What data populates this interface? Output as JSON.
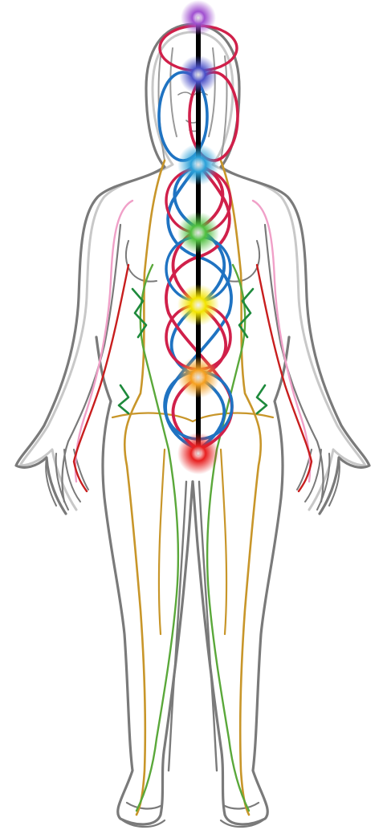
{
  "figure": {
    "subject": "female-body-outline",
    "background_color": "#ffffff",
    "outline_colors": [
      "#7a7a7a",
      "#c8c8c8"
    ],
    "central_channel_color": "#000000",
    "channel_colors": {
      "red": "#d0204a",
      "blue": "#1f73c2",
      "gold": "#c8962a",
      "green": "#5aa83a",
      "dark_green": "#1e8a3c",
      "arm_red": "#c81e1e",
      "arm_pink": "#f0a0c8"
    },
    "chakras": [
      {
        "id": "crown",
        "color": "#a050d0"
      },
      {
        "id": "third-eye",
        "color": "#4a50c8"
      },
      {
        "id": "throat",
        "color": "#2aa0d8"
      },
      {
        "id": "heart",
        "color": "#50c040"
      },
      {
        "id": "solar-plexus",
        "color": "#f2e400"
      },
      {
        "id": "sacral",
        "color": "#f5a020"
      },
      {
        "id": "root",
        "color": "#e82020"
      }
    ]
  }
}
